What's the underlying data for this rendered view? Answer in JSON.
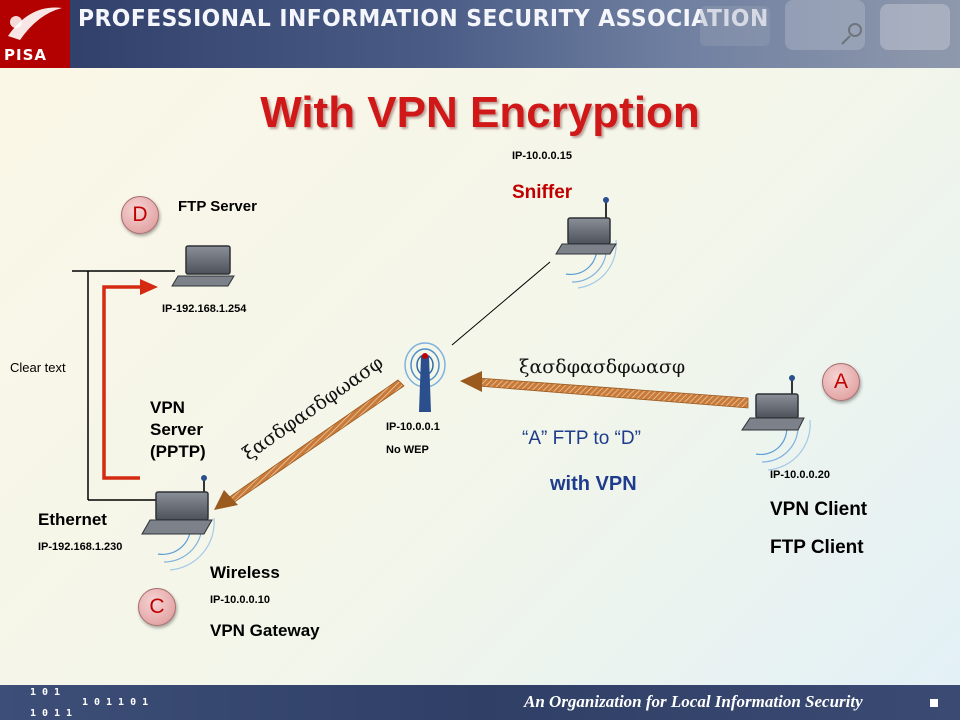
{
  "header": {
    "org_name": "PROFESSIONAL INFORMATION SECURITY ASSOCIATION",
    "logo_text": "PISA"
  },
  "title": "With VPN Encryption",
  "nodes": {
    "ftp_server": {
      "badge": "D",
      "name": "FTP Server",
      "ip": "IP-192.168.1.254"
    },
    "sniffer": {
      "name": "Sniffer",
      "ip": "IP-10.0.0.15"
    },
    "access_point": {
      "ip": "IP-10.0.0.1",
      "note": "No WEP"
    },
    "vpn_client": {
      "badge": "A",
      "ip": "IP-10.0.0.20",
      "role1": "VPN Client",
      "role2": "FTP Client"
    },
    "vpn_gateway": {
      "badge": "C",
      "server_line1": "VPN",
      "server_line2": "Server",
      "server_line3": "(PPTP)",
      "ethernet_label": "Ethernet",
      "ethernet_ip": "IP-192.168.1.230",
      "wireless_label": "Wireless",
      "wireless_ip": "IP-10.0.0.10",
      "role": "VPN Gateway"
    }
  },
  "labels": {
    "clear_text": "Clear text",
    "flow": "“A” FTP to “D”",
    "with_vpn": "with VPN",
    "cipher_right": "ξασδφασδφωασφ",
    "cipher_left": "ξασδφασδφωασφ"
  },
  "footer": {
    "tagline": "An Organization for Local Information Security",
    "bits_1": "101",
    "bits_2": "101101",
    "bits_3": "1011"
  },
  "colors": {
    "title": "#d01818",
    "sniffer": "#c00000",
    "flow_text": "#1f3c8c",
    "clear_arrow": "#d42a12",
    "encrypted_arrow": "#b5651d"
  }
}
